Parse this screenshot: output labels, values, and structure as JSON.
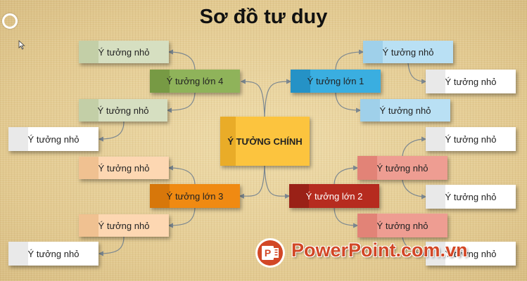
{
  "title": "Sơ đồ tư duy",
  "center": {
    "label": "Ý TƯỞNG CHÍNH"
  },
  "main_ideas": {
    "i1": "Ý tưởng lớn 1",
    "i2": "Ý tưởng lớn 2",
    "i3": "Ý tưởng lớn 3",
    "i4": "Ý tưởng lớn 4"
  },
  "sub_label": "Ý tưởng nhỏ",
  "logo": {
    "text": "PowerPoint.com.vn",
    "icon_letter": "P"
  },
  "colors": {
    "center": "#fcc43e",
    "idea1": "#3aaee0",
    "idea2": "#b62b1f",
    "idea3": "#f08a12",
    "idea4": "#8fb35a",
    "logo": "#d24726"
  }
}
